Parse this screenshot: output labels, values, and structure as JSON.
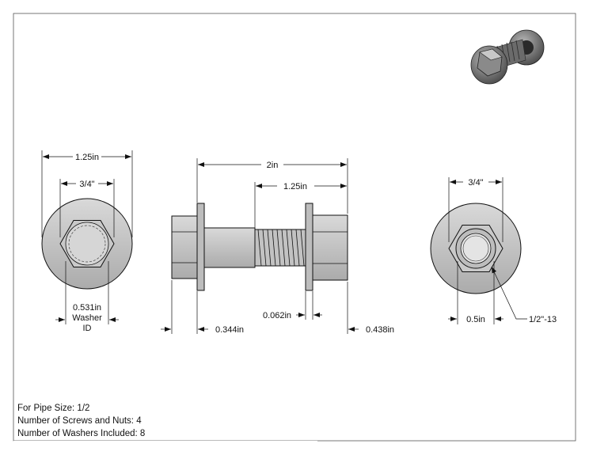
{
  "dimensions": {
    "left_outer_diameter": "1.25in",
    "left_hex_width": "3/4\"",
    "washer_id_value": "0.531in",
    "washer_id_label_1": "Washer",
    "washer_id_label_2": "ID",
    "overall_length": "2in",
    "thread_length": "1.25in",
    "washer_thickness": "0.062in",
    "head_height": "0.344in",
    "nut_height": "0.438in",
    "right_hex_width": "3/4\"",
    "bolt_diameter": "0.5in",
    "thread_spec": "1/2\"-13"
  },
  "notes": {
    "pipe_size": "For Pipe Size: 1/2",
    "screws_and_nuts": "Number of Screws and Nuts: 4",
    "washers": "Number of Washers Included: 8"
  }
}
